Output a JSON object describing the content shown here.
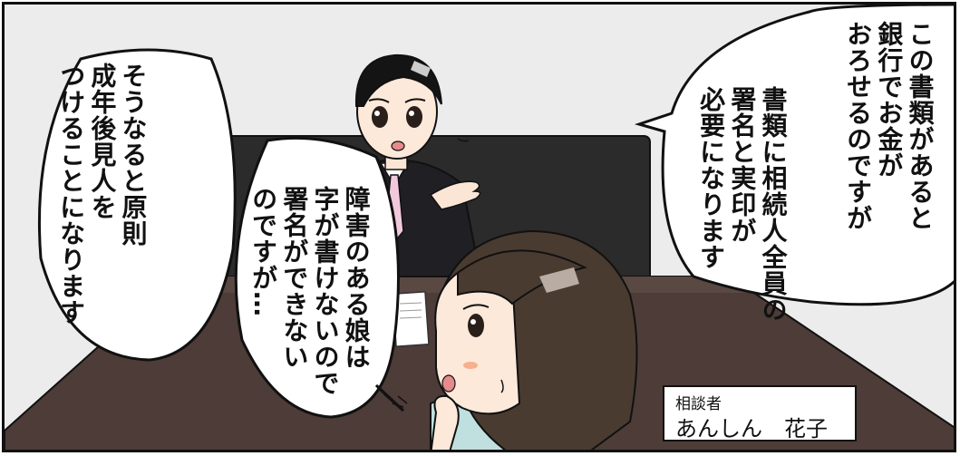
{
  "bubbles": {
    "left": "そうなると原則\n成年後見人を\nつけることになります",
    "middle": "障害のある娘は\n字が書けないので\n署名ができない\nのですが…",
    "right_top": "この書類があると\n銀行でお金が\nおろせるのですが",
    "right_bottom": "書類に相続人全員の\n署名と実印が\n必要になります"
  },
  "caption": {
    "role": "相談者",
    "name": "あんしん　花子"
  },
  "colors": {
    "background": "#ececec",
    "table": "#4a3a36",
    "chair": "#2a2a2a",
    "suit": "#1f1f24",
    "tie": "#f2c9dc",
    "woman_hair": "#4a3b31",
    "woman_shirt": "#bfe0de"
  }
}
